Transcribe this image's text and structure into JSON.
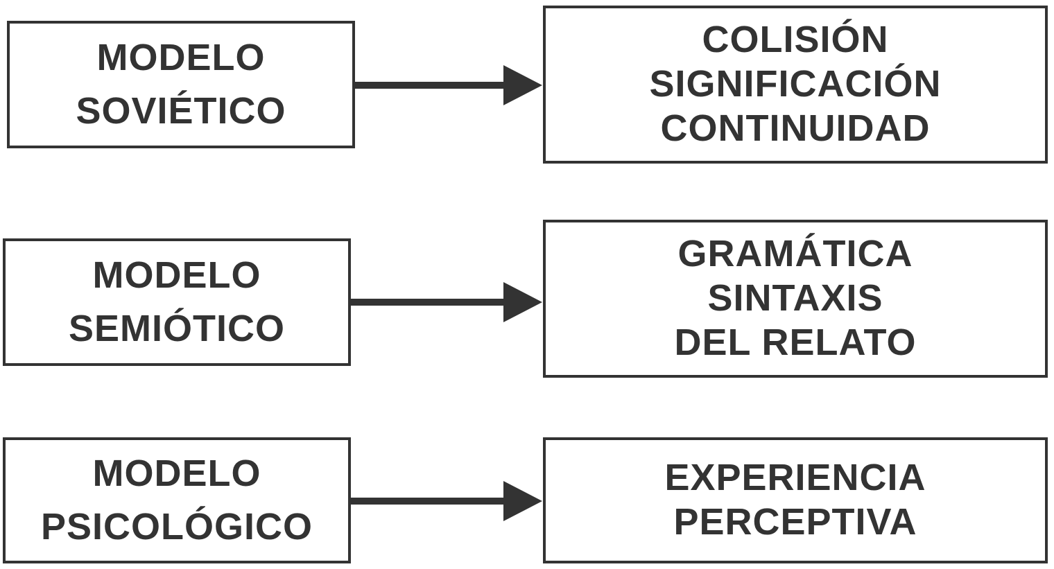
{
  "rows": [
    {
      "model": [
        "MODELO",
        "SOVIÉTICO"
      ],
      "result": [
        "COLISIÓN",
        "SIGNIFICACIÓN",
        "CONTINUIDAD"
      ]
    },
    {
      "model": [
        "MODELO",
        "SEMIÓTICO"
      ],
      "result": [
        "GRAMÁTICA",
        "SINTAXIS",
        "DEL RELATO"
      ]
    },
    {
      "model": [
        "MODELO",
        "PSICOLÓGICO"
      ],
      "result": [
        "EXPERIENCIA",
        "PERCEPTIVA"
      ]
    }
  ],
  "colors": {
    "ink": "#333333",
    "background": "#ffffff"
  }
}
